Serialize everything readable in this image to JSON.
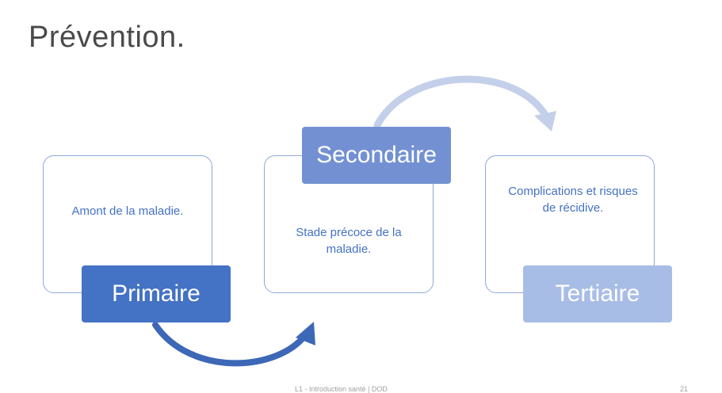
{
  "title": "Prévention.",
  "stages": [
    {
      "label": "Primaire",
      "description": "Amont de la maladie."
    },
    {
      "label": "Secondaire",
      "description": "Stade précoce de la maladie."
    },
    {
      "label": "Tertiaire",
      "description": "Complications et risques de récidive."
    }
  ],
  "footer": {
    "course": "L1 - Introduction santé | DOD",
    "page_number": "21"
  },
  "colors": {
    "primary_label": "#4472c4",
    "secondary_label": "#7391d2",
    "tertiary_label": "#a8bde6",
    "text": "#4472c4",
    "border": "#8fa8dc"
  }
}
